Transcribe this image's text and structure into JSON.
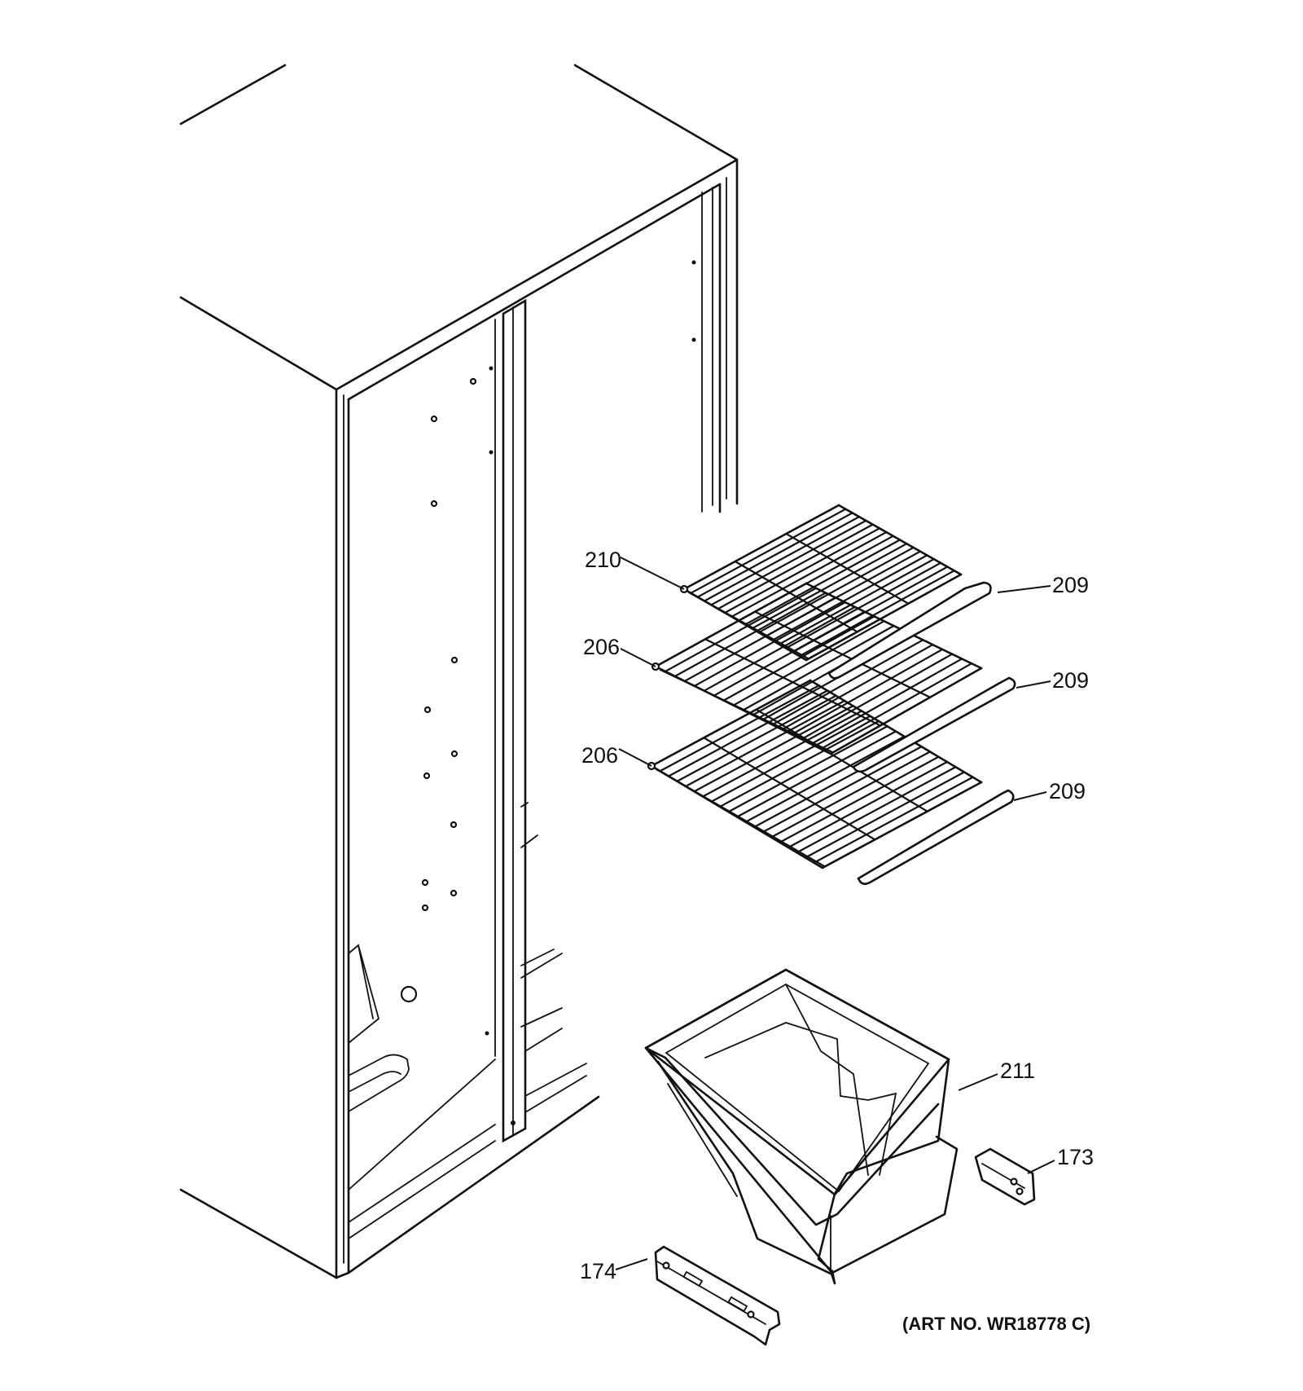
{
  "callouts": {
    "shelf_top": "210",
    "cap_top": "209",
    "shelf_mid": "206",
    "cap_mid": "209",
    "shelf_low": "206",
    "cap_low": "209",
    "bin": "211",
    "rail_right": "173",
    "rail_left": "174"
  },
  "art_number": "(ART NO. WR18778 C)"
}
